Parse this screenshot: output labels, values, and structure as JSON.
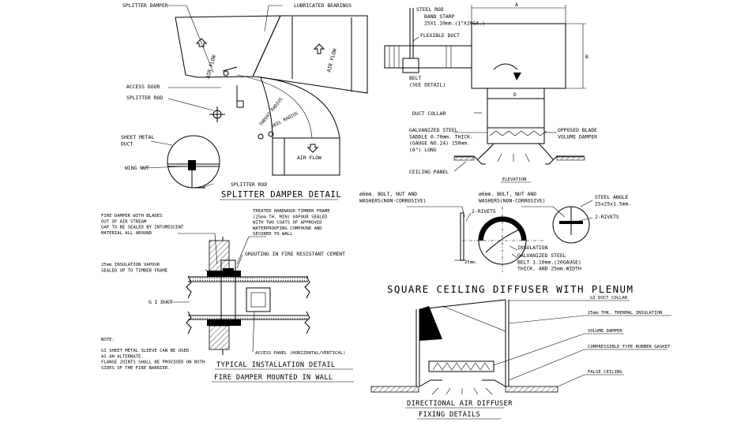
{
  "splitter": {
    "damper_label": "SPLITTER DAMPER",
    "bearings_label": "LUBRICATED BEARINGS",
    "access_door": "ACCESS DOOR",
    "splitter_rod": "SPLITTER ROD",
    "sheet_metal_duct": "SHEET METAL\nDUCT",
    "wing_nut": "WING NUT",
    "splitter_rod_bottom": "SPLITTER ROD",
    "air_flow": "AIR FLOW",
    "throat_radius": "THROAT RADIUS",
    "heel_radius": "HEEL RADIUS",
    "title": "SPLITTER DAMPER DETAIL"
  },
  "elevation": {
    "steel_rod": "STEEL ROD",
    "band_strap": "BAND STARP\n25X1.10mm.(1\"X20GA.)",
    "flexible_duct": "FLEXIBLE DUCT",
    "belt": "BELT\n(SEE DETAIL)",
    "duct_collar": "DUCT COLLAR",
    "saddle": "GALVANIZED STEEL\nSADDLE 0.70mm. THICK.\n(GAUGE NO.24) 150mm.\n(6\") LONG",
    "opposed_blade": "OPPOSED BLADE\nVOLUME DAMPER",
    "ceiling_panel": "CEILING PANEL",
    "dim_a": "A",
    "dim_b": "B",
    "dim_d": "D",
    "title": "ELEVATION"
  },
  "belt_detail": {
    "bolt_left": "ø6mm. BOLT, NUT AND\nWASHERS(NON-CORROSIVE)",
    "bolt_right": "ø6mm. BOLT, NUT AND\nWASHERS(NON-CORROSIVE)",
    "rivets_left": "2-RIVETS",
    "rivets_right": "2-RIVETS",
    "steel_angle": "STEEL ANGLE\n25x25x1.5mm.",
    "dim": "25mm.",
    "insulation": "INSULATION",
    "galv_belt": "GALVANIZED STEEL\nBELT 1.10mm.(20GAUGE)\nTHICK. AND 25mm.WIDTH"
  },
  "fire_damper": {
    "blades_note": "FIRE DAMPER WITH BLADES\nOUT OF AIR STREAM\nGAP TO BE SEALED BY INTUMESCENT\nMATERIAL ALL AROUND",
    "timber_note": "TREATED HARDWOOD TIMBER FRAME\n(25mm TH. MIN) VAPOUR SEALED\nWITH TWO COATS OF APPROVED\nWATERPROOFING COMPOUND AND\nSECURED TO WALL",
    "grouting": "GROUTING IN FIRE RESISTANT CEMENT",
    "insulation_vapour": "25mm INSULATION VAPOUR\nSEALED UP TO TIMBER FRAME",
    "gi_duct": "G I DUCT",
    "note_title": "NOTE:",
    "note_body": "GI SHEET METAL SLEEVE CAN BE USED\nAS AN ALTERNATE.\nFLANGE JOINTS SHALL BE PROVIDED ON BOTH\nSIDES OF THE FIRE BARRIER.",
    "access_panel": "ACCESS PANEL (HORIZONTAL/VERTICAL)",
    "title_1": "TYPICAL INSTALLATION DETAIL",
    "title_2": "FIRE DAMPER MOUNTED IN WALL"
  },
  "diffuser": {
    "title": "SQUARE CEILING DIFFUSER WITH PLENUM",
    "gi_duct_collar": "GI DUCT COLLAR",
    "thermal_insulation": "25mm THK. THERMAL INSULATION",
    "volume_damper": "VOLUME DAMPER",
    "gasket": "COMPRESSIBLE TYPE RUBBER GASKET",
    "false_ceiling": "FALSE CEILING",
    "subtitle_1": "DIRECTIONAL AIR DIFFUSER",
    "subtitle_2": "FIXING DETAILS"
  }
}
